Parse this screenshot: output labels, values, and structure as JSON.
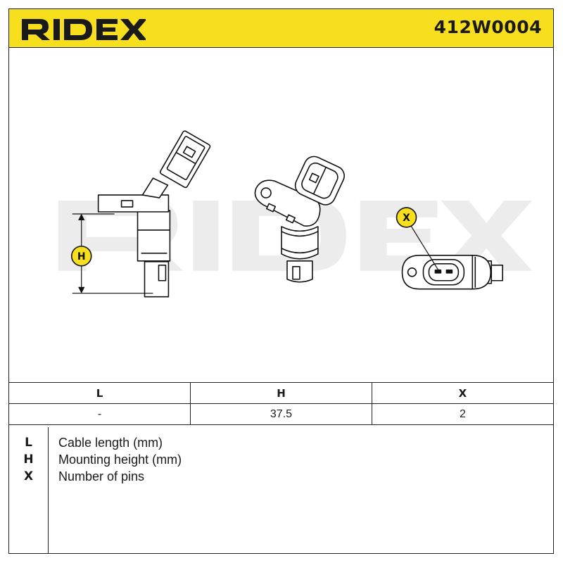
{
  "header": {
    "brand": "RIDEX",
    "part_number": "412W0004",
    "brand_color": "#f7df1e"
  },
  "drawing": {
    "watermark": "RIDEX",
    "callouts": {
      "height_label": "H",
      "pins_label": "X"
    }
  },
  "table": {
    "headers": [
      "L",
      "H",
      "X"
    ],
    "values": [
      "-",
      "37.5",
      "2"
    ]
  },
  "legend": [
    {
      "key": "L",
      "desc": "Cable length (mm)"
    },
    {
      "key": "H",
      "desc": "Mounting height (mm)"
    },
    {
      "key": "X",
      "desc": "Number of pins"
    }
  ]
}
